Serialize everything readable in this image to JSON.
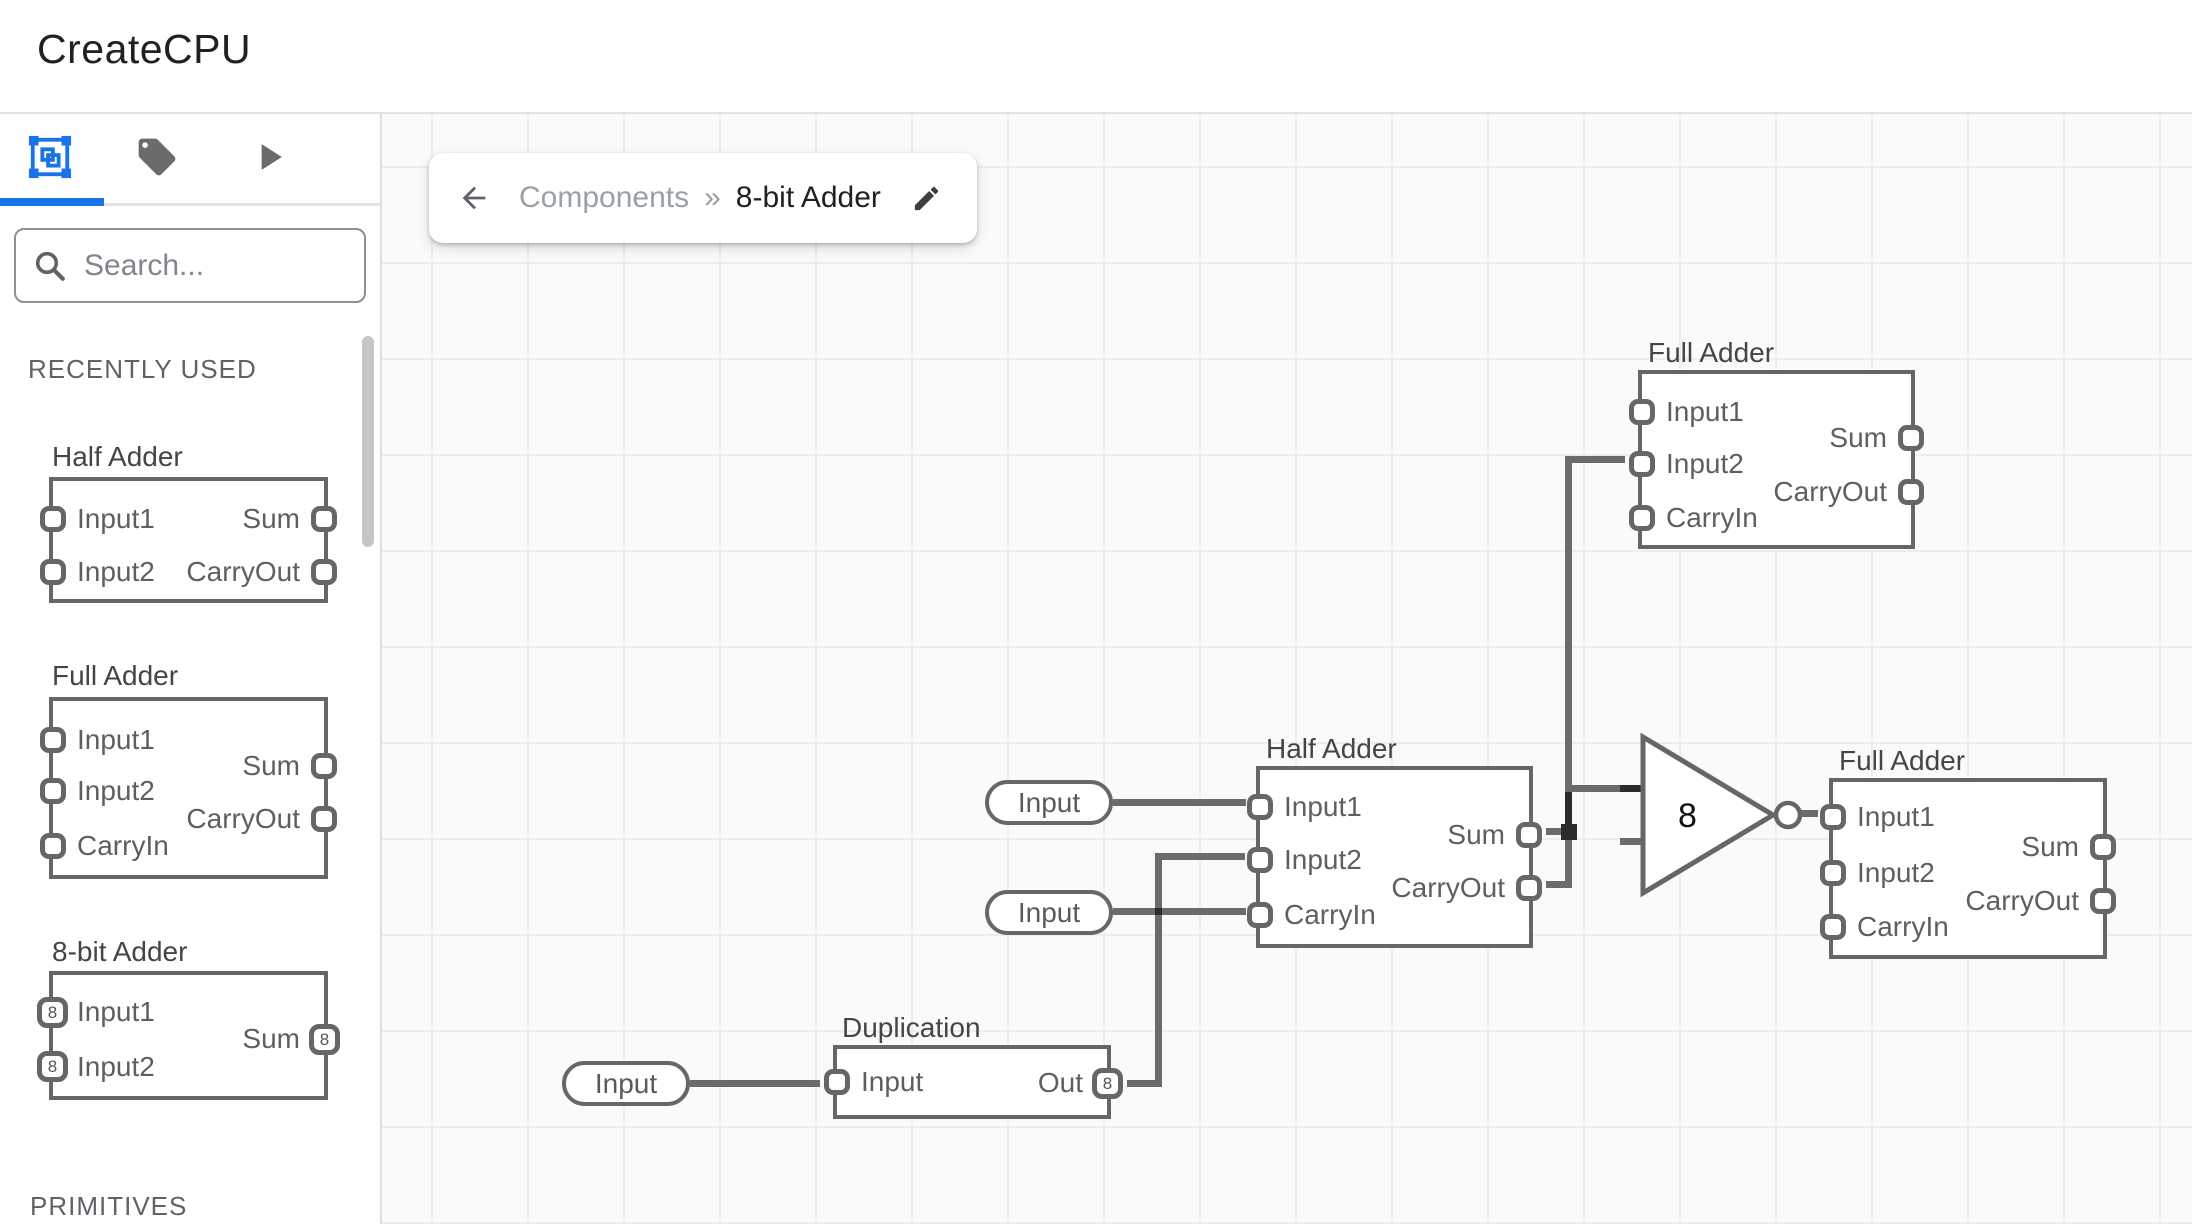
{
  "app": {
    "title": "CreateCPU"
  },
  "colors": {
    "accent": "#1a73e8",
    "wire": "#6b6b6b",
    "wire_dark": "#2b2b2b",
    "box_border": "#666666",
    "canvas_bg": "#fafafa"
  },
  "sidebar": {
    "tabs": [
      {
        "icon": "components-icon",
        "active": true
      },
      {
        "icon": "tag-icon",
        "active": false
      },
      {
        "icon": "play-icon",
        "active": false
      }
    ],
    "search": {
      "placeholder": "Search..."
    },
    "sections": {
      "recently_used": "RECENTLY USED",
      "primitives": "PRIMITIVES"
    },
    "components": [
      {
        "title": "Half Adder",
        "inputs": [
          "Input1",
          "Input2"
        ],
        "outputs": [
          "Sum",
          "CarryOut"
        ]
      },
      {
        "title": "Full Adder",
        "inputs": [
          "Input1",
          "Input2",
          "CarryIn"
        ],
        "outputs": [
          "Sum",
          "CarryOut"
        ]
      },
      {
        "title": "8-bit Adder",
        "inputs": [
          "Input1",
          "Input2"
        ],
        "outputs": [
          "Sum"
        ],
        "bus": "8"
      }
    ]
  },
  "breadcrumb": {
    "path_label": "Components",
    "separator": "»",
    "current": "8-bit Adder"
  },
  "canvas": {
    "nodes": {
      "full_adder_top": {
        "title": "Full Adder",
        "inputs": [
          "Input1",
          "Input2",
          "CarryIn"
        ],
        "outputs": [
          "Sum",
          "CarryOut"
        ]
      },
      "half_adder": {
        "title": "Half Adder",
        "inputs": [
          "Input1",
          "Input2",
          "CarryIn"
        ],
        "outputs": [
          "Sum",
          "CarryOut"
        ]
      },
      "full_adder_right": {
        "title": "Full Adder",
        "inputs": [
          "Input1",
          "Input2",
          "CarryIn"
        ],
        "outputs": [
          "Sum",
          "CarryOut"
        ]
      },
      "duplication": {
        "title": "Duplication",
        "inputs": [
          "Input"
        ],
        "outputs": [
          "Out"
        ],
        "out_bus": "8"
      },
      "not_gate": {
        "label": "8"
      }
    },
    "pills": {
      "labels": [
        "Input",
        "Input",
        "Input"
      ]
    }
  }
}
